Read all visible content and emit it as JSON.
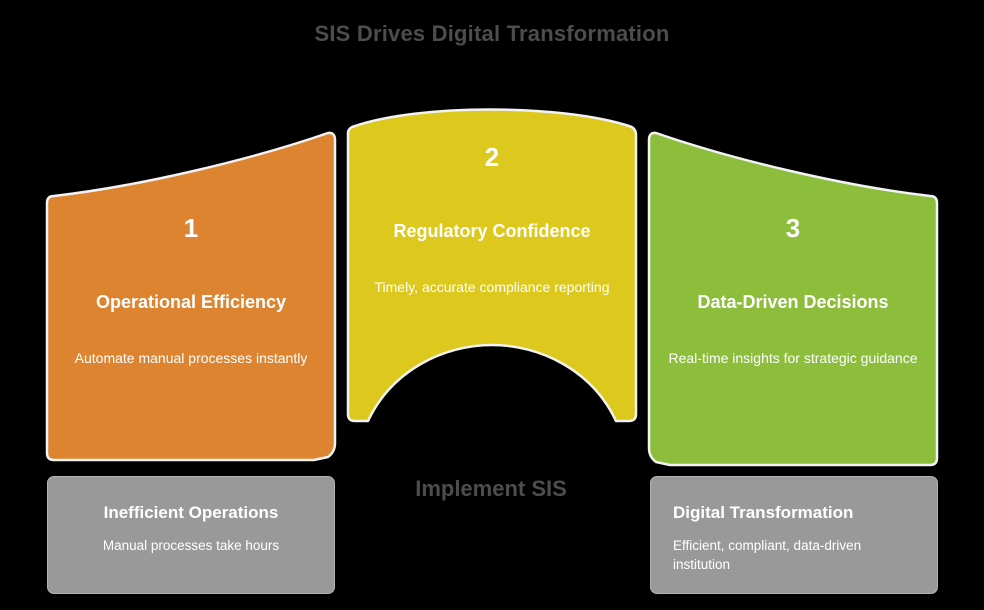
{
  "chart": {
    "title": "SIS Drives Digital Transformation",
    "center_label": "Implement SIS",
    "background_color": "#000000",
    "title_color": "#4d4d4d"
  },
  "chart_data": {
    "type": "bar",
    "title": "SIS Drives Digital Transformation",
    "xlabel": "",
    "ylabel": "",
    "categories": [
      "Operational Efficiency",
      "Regulatory Confidence",
      "Data-Driven Decisions"
    ],
    "values": [
      1,
      2,
      3
    ],
    "legend_position": "none",
    "grid": false,
    "annotations": [
      "Implement SIS",
      "Inefficient Operations",
      "Digital Transformation"
    ]
  },
  "panels": [
    {
      "number": "1",
      "heading": "Operational Efficiency",
      "description": "Automate manual processes instantly",
      "color": "#dd8431"
    },
    {
      "number": "2",
      "heading": "Regulatory Confidence",
      "description": "Timely, accurate compliance reporting",
      "color": "#ddc81e"
    },
    {
      "number": "3",
      "heading": "Data-Driven Decisions",
      "description": "Real-time insights for strategic guidance",
      "color": "#8cbe3c"
    }
  ],
  "outcomes": {
    "before": {
      "title": "Inefficient Operations",
      "description": "Manual processes take hours",
      "color": "#999999"
    },
    "after": {
      "title": "Digital Transformation",
      "description": "Efficient, compliant, data-driven institution",
      "color": "#999999"
    }
  }
}
